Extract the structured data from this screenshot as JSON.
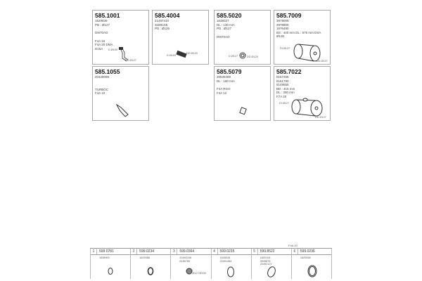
{
  "parts": [
    {
      "number": "585.1001",
      "lines": [
        "1629939",
        "PD : Ø127"
      ],
      "notes": [
        "D9I70AO",
        "",
        "F4A 16",
        "F4A 20 DMA",
        "D15A"
      ],
      "labels": [
        "D Ø100",
        "DD Ø127"
      ]
    },
    {
      "number": "585.4004",
      "lines": [
        "21497410",
        "3188C65",
        "PD : Ø125"
      ],
      "notes": [],
      "labels": [
        "D Ø100",
        "DD Ø120"
      ]
    },
    {
      "number": "585.5020",
      "lines": [
        "1638027",
        "DL : 130 mm",
        "PD : Ø127"
      ],
      "notes": [
        "D9I70AO"
      ],
      "labels": [
        "D Ø127",
        "DD Ø120"
      ]
    },
    {
      "number": "585.7009",
      "lines": [
        "3979009",
        "3978809",
        "1676490",
        "BS : 440 mm DL : 676 mm DSA",
        "Ø130"
      ],
      "notes": [],
      "labels": [
        "DI Ø127",
        "DD Ø127"
      ]
    },
    {
      "number": "585.1055",
      "lines": [
        "20428098"
      ],
      "notes": [
        "TURBOC",
        "F4A 10"
      ],
      "labels": []
    },
    {
      "number": "585.5079",
      "lines": [
        "20535489",
        "DL : 180 mm"
      ],
      "notes": [
        "F4A RGO",
        "F4A 12"
      ],
      "labels": []
    },
    {
      "number": "585.7022",
      "lines": [
        "8157258",
        "8151780",
        "8149555",
        "BD : 415 mm",
        "DL : 300 mm",
        "F7A 20"
      ],
      "notes": [],
      "labels": [
        "DI Ø127",
        "DD Ø127"
      ]
    }
  ],
  "strip": {
    "title": "F4A 20",
    "cells": [
      {
        "index": "1",
        "number": "599.0781",
        "lines": [
          "1638900"
        ]
      },
      {
        "index": "2",
        "number": "599.0234",
        "lines": [
          "1629488"
        ]
      },
      {
        "index": "3",
        "number": "599.0364",
        "lines": [
          "20492106",
          "8156780"
        ],
        "label": "Ø127/Ø130"
      },
      {
        "index": "4",
        "number": "599.0235",
        "lines": [
          "1628028",
          "20491284"
        ]
      },
      {
        "index": "5",
        "number": "599.8522",
        "lines": [
          "1820104",
          "3945876",
          "20492127"
        ]
      },
      {
        "index": "6",
        "number": "599.0236",
        "lines": [
          "1629058"
        ]
      }
    ]
  }
}
